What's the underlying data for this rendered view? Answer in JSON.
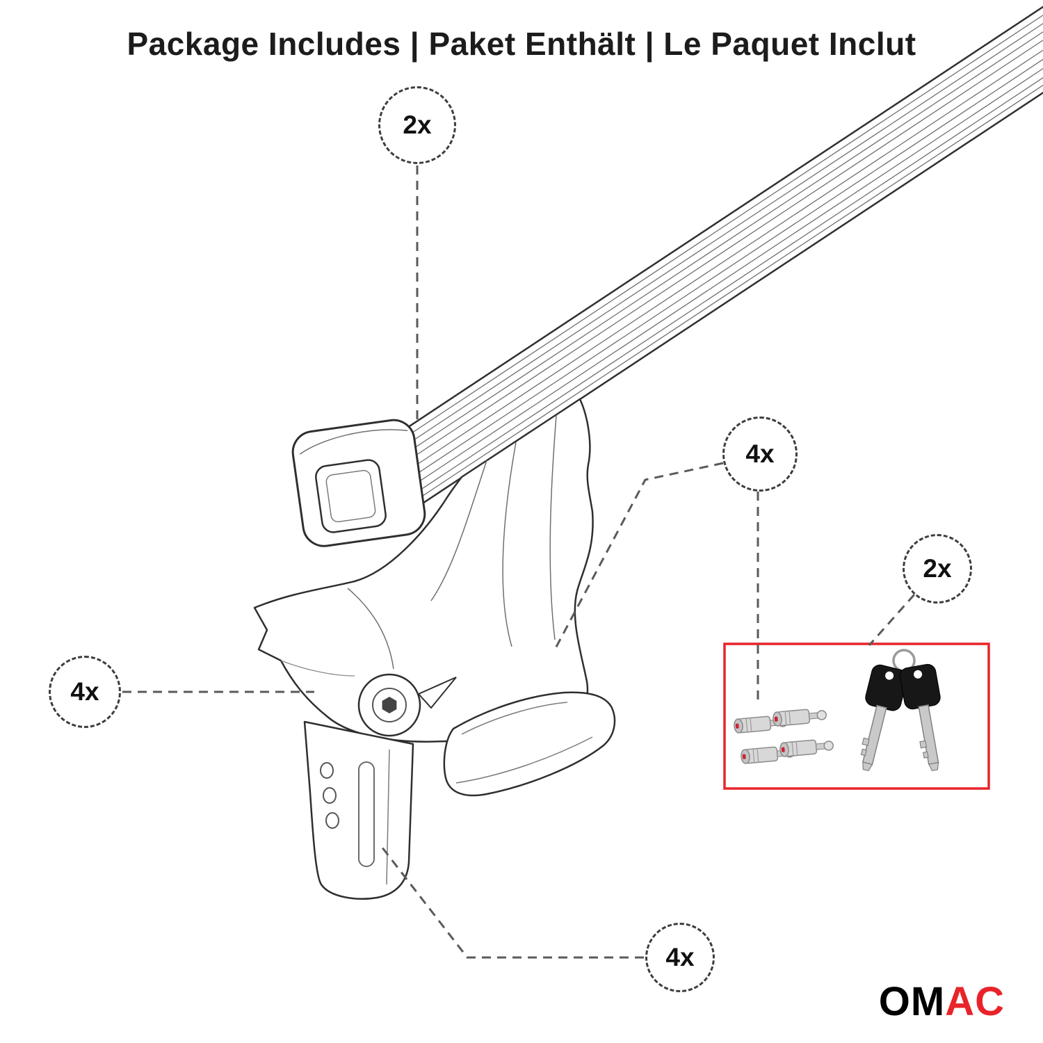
{
  "title": "Package Includes | Paket Enthält | Le Paquet Inclut",
  "callouts": {
    "crossbar_qty": "2x",
    "locks_qty": "4x",
    "keys_qty": "2x",
    "foot_qty": "4x",
    "clamp_qty": "4x"
  },
  "brand": {
    "part1": "OM",
    "part2": "AC"
  },
  "colors": {
    "accent_red": "#e8232a",
    "outline": "#2f2f2f",
    "leader_gray": "#5a5a5a"
  }
}
